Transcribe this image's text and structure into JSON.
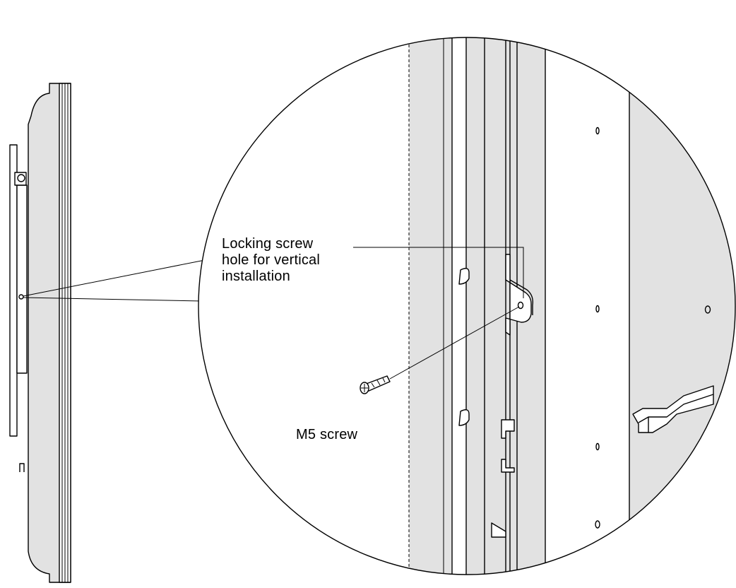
{
  "callouts": {
    "locking_screw_hole": [
      "Locking screw",
      "hole for vertical",
      "installation"
    ],
    "m5_screw": "M5 screw"
  },
  "colors": {
    "panel_fill": "#e2e2e2",
    "line": "#000000",
    "background": "#ffffff"
  }
}
